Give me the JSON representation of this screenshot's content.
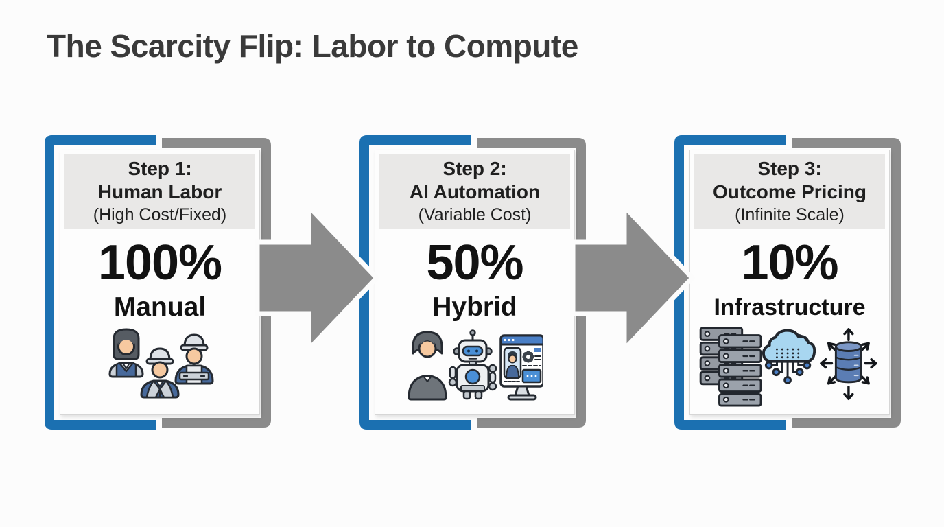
{
  "page": {
    "title": "The Scarcity Flip: Labor to Compute"
  },
  "colors": {
    "accent_blue": "#1b70b1",
    "accent_gray": "#8b8b8b",
    "header_band": "#e9e8e7",
    "card_background": "#fdfdfd",
    "title_color": "#3a3a3a",
    "text_dark": "#1f1f1f"
  },
  "steps": [
    {
      "step_label": "Step 1:",
      "name": "Human Labor",
      "qualifier": "(High Cost/Fixed)",
      "value": "100%",
      "value_label": "Manual",
      "icons": [
        "woman-worker-icon",
        "construction-worker-icon",
        "overalls-worker-icon"
      ]
    },
    {
      "step_label": "Step 2:",
      "name": "AI Automation",
      "qualifier": "(Variable Cost)",
      "value": "50%",
      "value_label": "Hybrid",
      "icons": [
        "person-icon",
        "robot-icon",
        "dashboard-monitor-icon"
      ]
    },
    {
      "step_label": "Step 3:",
      "name": "Outcome Pricing",
      "qualifier": "(Infinite Scale)",
      "value": "10%",
      "value_label": "Infrastructure",
      "icons": [
        "server-rack-icon",
        "cloud-network-icon",
        "database-scale-out-icon"
      ]
    }
  ],
  "arrows": [
    {
      "name": "arrow-step1-to-step2",
      "direction": "right"
    },
    {
      "name": "arrow-step2-to-step3",
      "direction": "right"
    }
  ]
}
